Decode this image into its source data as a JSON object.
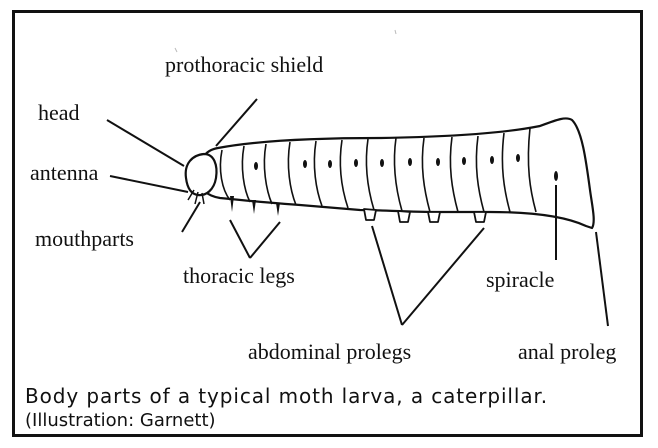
{
  "labels": {
    "prothoracic_shield": "prothoracic shield",
    "head": "head",
    "antenna": "antenna",
    "mouthparts": "mouthparts",
    "thoracic_legs": "thoracic legs",
    "spiracle": "spiracle",
    "abdominal_prolegs": "abdominal prolegs",
    "anal_proleg": "anal proleg"
  },
  "caption": {
    "line1": "Body parts of a typical moth larva, a caterpillar.",
    "line2": "(Illustration: Garnett)"
  }
}
